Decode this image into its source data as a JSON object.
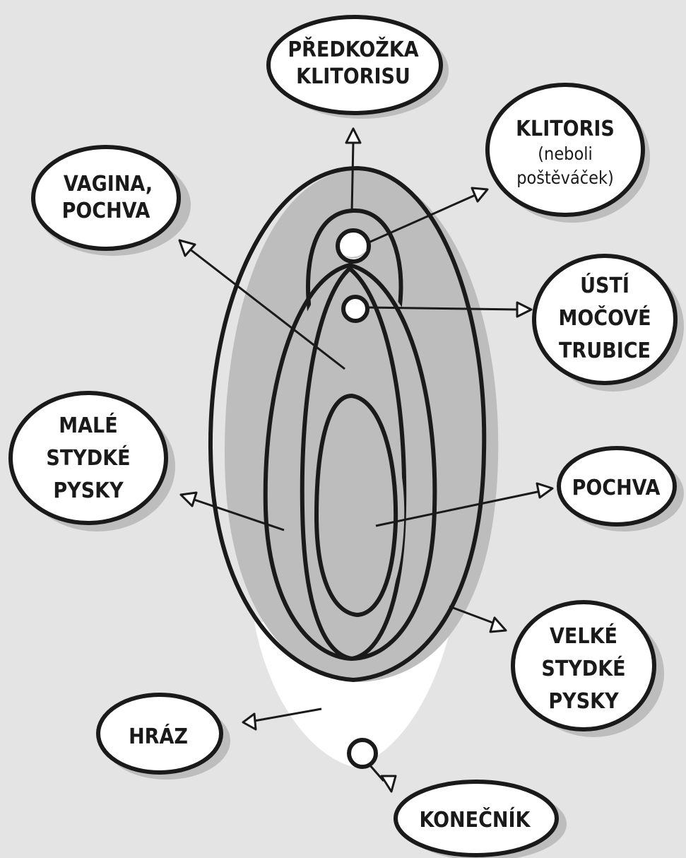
{
  "colors": {
    "background": "#e4e4e4",
    "fill_white": "#ffffff",
    "shade_gray": "#bdbdbd",
    "ink": "#1a1a1a"
  },
  "labels": {
    "predkozka": [
      "PŘEDKOŽKA",
      "KLITORISU"
    ],
    "klitoris": [
      "KLITORIS",
      "(neboli",
      "poštěváček)"
    ],
    "vagina": [
      "VAGINA,",
      "POCHVA"
    ],
    "usti": [
      "ÚSTÍ",
      "MOČOVÉ",
      "TRUBICE"
    ],
    "male_pysky": [
      "MALÉ",
      "STYDKÉ",
      "PYSKY"
    ],
    "pochva": [
      "POCHVA"
    ],
    "velke_pysky": [
      "VELKÉ",
      "STYDKÉ",
      "PYSKY"
    ],
    "hraz": [
      "HRÁZ"
    ],
    "konecnik": [
      "KONEČNÍK"
    ]
  }
}
